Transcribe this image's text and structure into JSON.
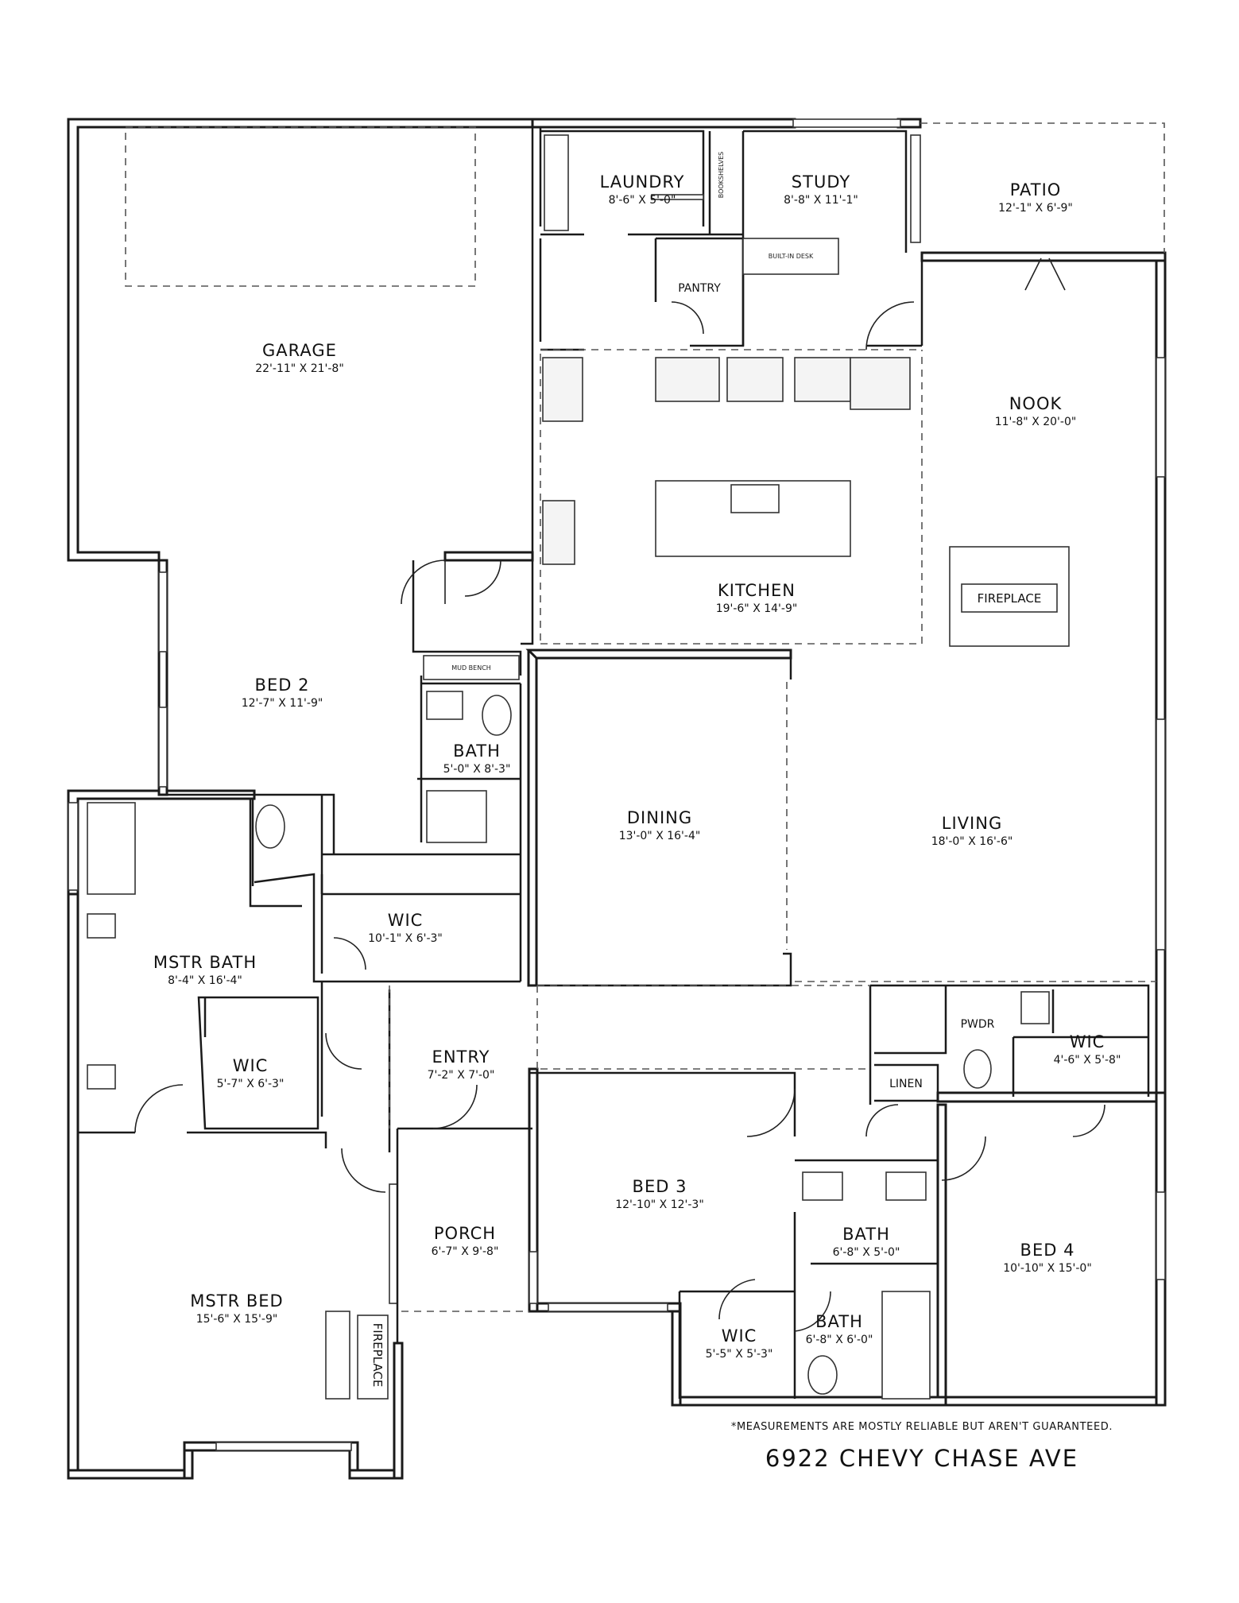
{
  "rooms": {
    "garage": {
      "name": "GARAGE",
      "dim": "22'-11\" X 21'-8\""
    },
    "laundry": {
      "name": "LAUNDRY",
      "dim": "8'-6\" X 5'-0\""
    },
    "study": {
      "name": "STUDY",
      "dim": "8'-8\" X 11'-1\""
    },
    "patio": {
      "name": "PATIO",
      "dim": "12'-1\" X 6'-9\""
    },
    "pantry": {
      "name": "PANTRY"
    },
    "nook": {
      "name": "NOOK",
      "dim": "11'-8\" X 20'-0\""
    },
    "kitchen": {
      "name": "KITCHEN",
      "dim": "19'-6\" X 14'-9\""
    },
    "bed2": {
      "name": "BED 2",
      "dim": "12'-7\" X 11'-9\""
    },
    "bath1": {
      "name": "BATH",
      "dim": "5'-0\" X 8'-3\""
    },
    "dining": {
      "name": "DINING",
      "dim": "13'-0\" X 16'-4\""
    },
    "living": {
      "name": "LIVING",
      "dim": "18'-0\" X 16'-6\""
    },
    "wic1": {
      "name": "WIC",
      "dim": "10'-1\" X 6'-3\""
    },
    "mstr_bath": {
      "name": "MSTR BATH",
      "dim": "8'-4\" X 16'-4\""
    },
    "pwdr": {
      "name": "PWDR"
    },
    "wic_pwdr": {
      "name": "WIC",
      "dim": "4'-6\" X 5'-8\""
    },
    "linen": {
      "name": "LINEN"
    },
    "wic2": {
      "name": "WIC",
      "dim": "5'-7\" X 6'-3\""
    },
    "entry": {
      "name": "ENTRY",
      "dim": "7'-2\" X 7'-0\""
    },
    "bed3": {
      "name": "BED 3",
      "dim": "12'-10\" X 12'-3\""
    },
    "bath2": {
      "name": "BATH",
      "dim": "6'-8\" X 5'-0\""
    },
    "bed4": {
      "name": "BED 4",
      "dim": "10'-10\" X 15'-0\""
    },
    "porch": {
      "name": "PORCH",
      "dim": "6'-7\" X 9'-8\""
    },
    "bath3": {
      "name": "BATH",
      "dim": "6'-8\" X 6'-0\""
    },
    "wic3": {
      "name": "WIC",
      "dim": "5'-5\" X 5'-3\""
    },
    "mstr_bed": {
      "name": "MSTR BED",
      "dim": "15'-6\" X 15'-9\""
    }
  },
  "labels": {
    "fireplace_living": "FIREPLACE",
    "fireplace_master": "FIREPLACE",
    "built_in_desk": "BUILT-IN DESK",
    "mud_bench": "MUD BENCH",
    "bookshelves": "BOOKSHELVES"
  },
  "footer": {
    "note": "*MEASUREMENTS ARE MOSTLY RELIABLE BUT AREN'T GUARANTEED.",
    "address": "6922 CHEVY CHASE AVE"
  }
}
